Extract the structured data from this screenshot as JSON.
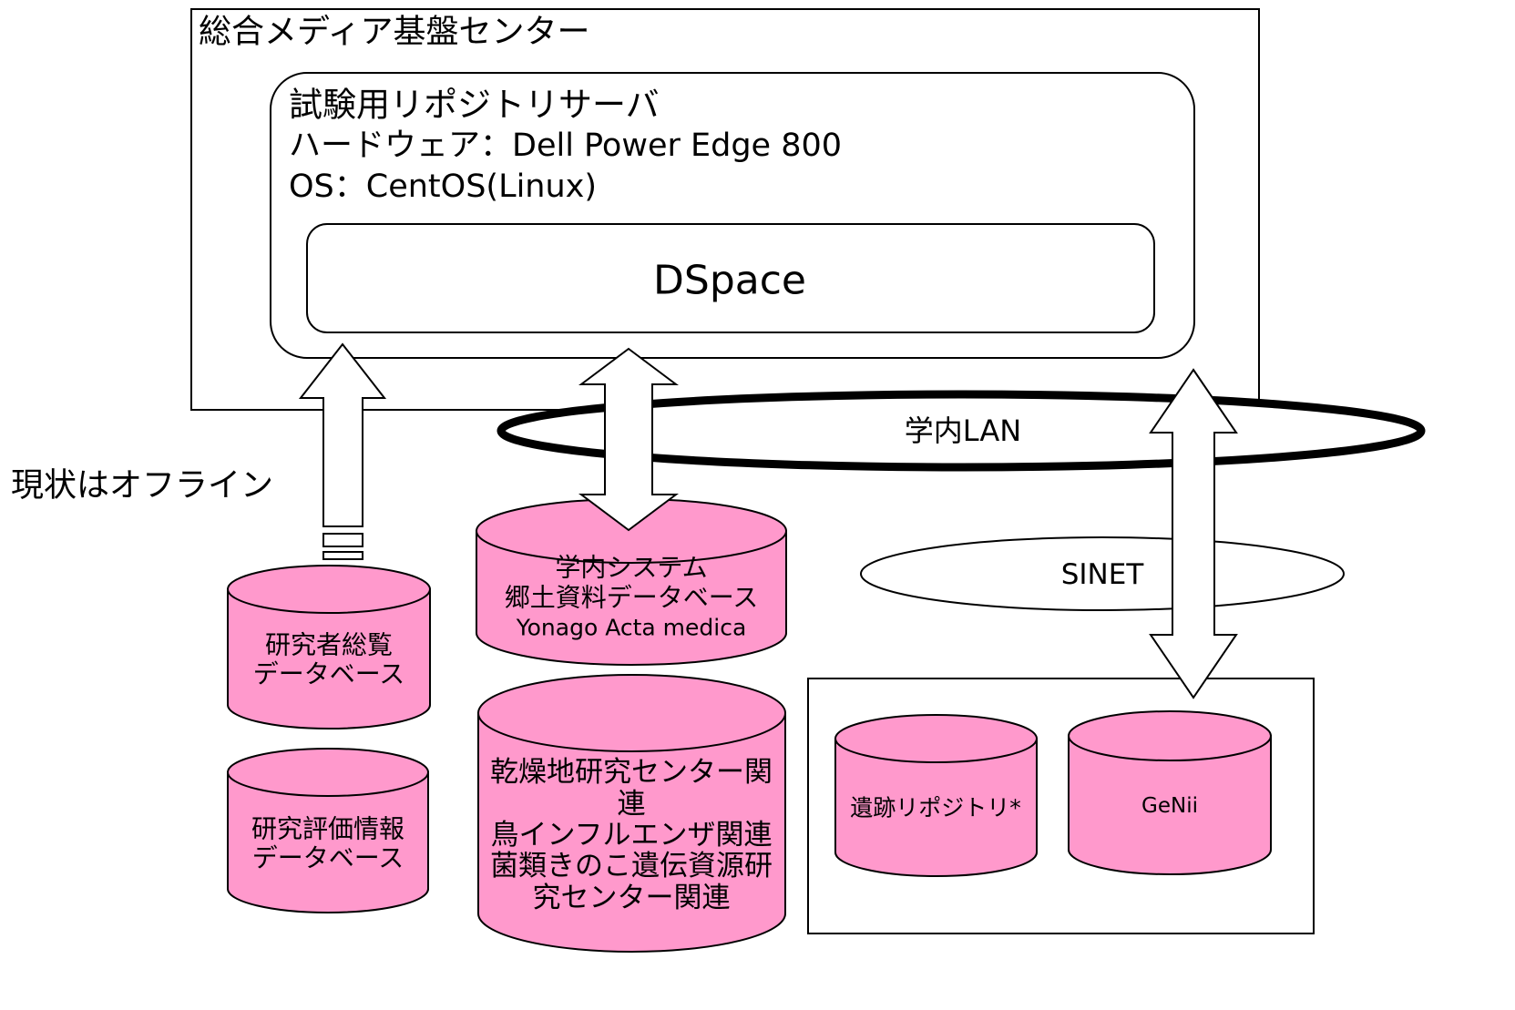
{
  "center": {
    "title": "総合メディア基盤センター"
  },
  "server": {
    "title": "試験用リポジトリサーバ",
    "hardware": "ハードウェア：Dell Power Edge 800",
    "os": "OS：CentOS(Linux)",
    "app": "DSpace"
  },
  "networks": {
    "campus_lan": "学内LAN",
    "sinet": "SINET"
  },
  "offline_note": "現状はオフライン",
  "databases": {
    "researcher_directory": [
      "研究者総覧",
      "データベース"
    ],
    "research_evaluation": [
      "研究評価情報",
      "データベース"
    ],
    "campus_systems": [
      "学内システム",
      "郷土資料データベース",
      "Yonago Acta medica"
    ],
    "research_centers": [
      "乾燥地研究センター関",
      "連",
      "鳥インフルエンザ関連",
      "菌類きのこ遺伝資源研",
      "究センター関連"
    ],
    "external": [
      "遺跡リポジトリ*",
      "GeNii"
    ]
  },
  "colors": {
    "database_fill": "#FF99CC",
    "outline": "#000000",
    "background": "#FFFFFF"
  }
}
